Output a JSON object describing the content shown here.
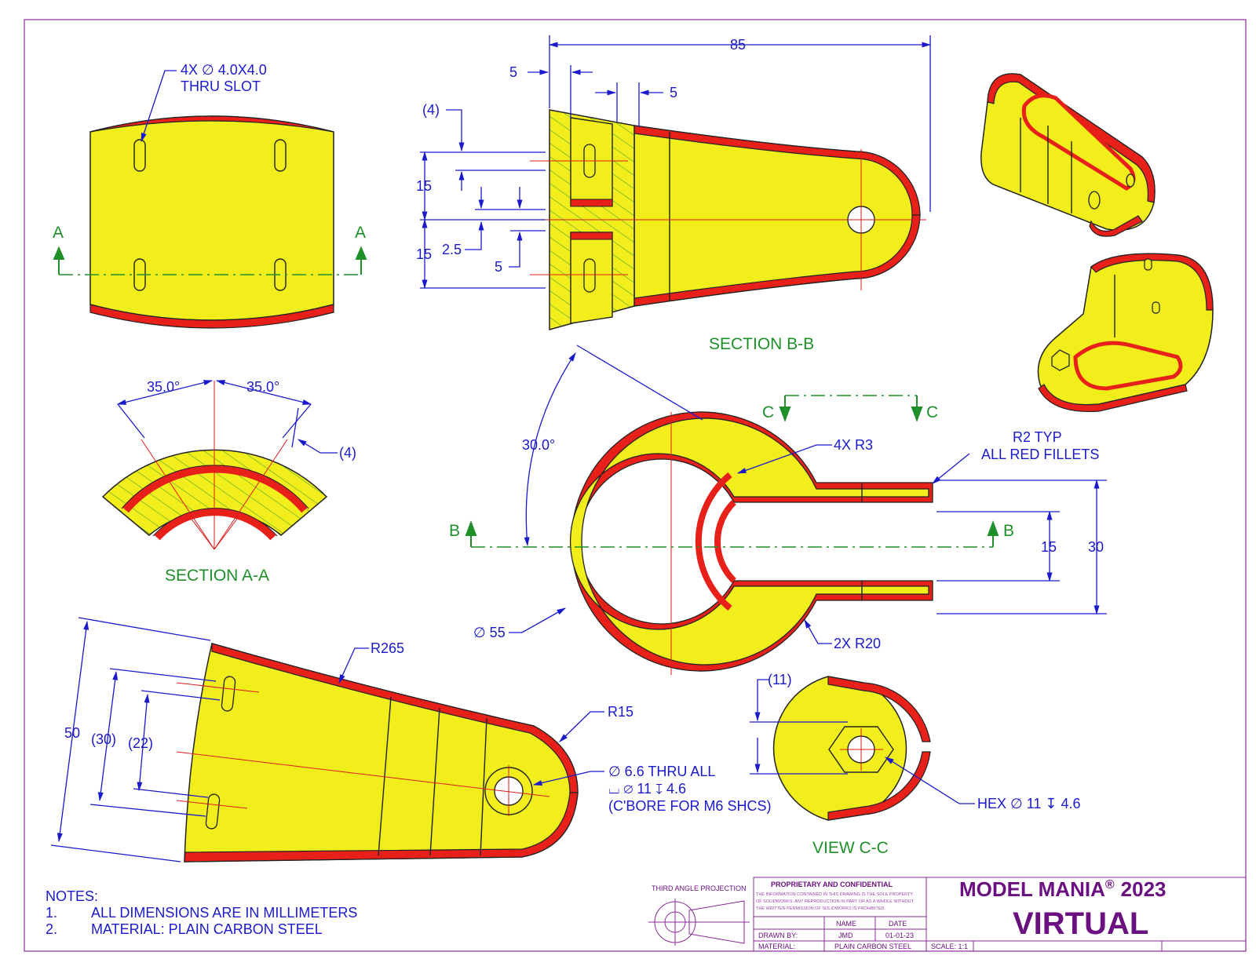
{
  "colors": {
    "border": "#8b2a9a",
    "dimension": "#1a1acc",
    "section_label": "#1f8f2a",
    "part_fill": "#f2ee1c",
    "fillet": "#e8201a",
    "title": "#6b1080"
  },
  "front_view": {
    "slot_note_1": "4X ∅ 4.0X4.0",
    "slot_note_2": "THRU SLOT",
    "section_mark": "A"
  },
  "section_bb": {
    "label": "SECTION B-B",
    "dims": {
      "overall": "85",
      "left5": "5",
      "right5": "5",
      "ref4": "(4)",
      "upper15": "15",
      "lower15": "15",
      "d2_5": "2.5",
      "d5": "5"
    }
  },
  "section_aa": {
    "label": "SECTION A-A",
    "angle_left": "35.0°",
    "angle_right": "35.0°",
    "ref4": "(4)"
  },
  "top_view": {
    "angle": "30.0°",
    "section_c": "C",
    "section_b": "B",
    "r3": "4X R3",
    "r2_1": "R2 TYP",
    "r2_2": "ALL RED FILLETS",
    "dia55": "∅ 55",
    "r20": "2X R20",
    "d15": "15",
    "d30": "30"
  },
  "side_view": {
    "r265": "R265",
    "r15": "R15",
    "d50": "50",
    "d30": "(30)",
    "d22": "(22)",
    "hole1": "∅ 6.6 THRU ALL",
    "hole2": "⌴ ∅ 11 ↧ 4.6",
    "hole3": "(C'BORE FOR M6 SHCS)"
  },
  "view_cc": {
    "label": "VIEW C-C",
    "ref11": "(11)",
    "hex": "HEX ∅ 11 ↧ 4.6"
  },
  "notes": {
    "title": "NOTES:",
    "items": [
      {
        "num": "1.",
        "text": "ALL DIMENSIONS ARE IN MILLIMETERS"
      },
      {
        "num": "2.",
        "text": "MATERIAL: PLAIN CARBON STEEL"
      }
    ]
  },
  "title_block": {
    "projection": "THIRD ANGLE PROJECTION",
    "proprietary": "PROPRIETARY AND CONFIDENTIAL",
    "disclaimer_1": "THE INFORMATION CONTAINED IN THIS DRAWING IS THE SOLE PROPERTY",
    "disclaimer_2": "OF SOLIDWORKS.  ANY REPRODUCTION IN PART OR AS A WHOLE WITHOUT",
    "disclaimer_3": "THE WRITTEN PERMISSION OF SOLIDWORKS IS PROHIBITED.",
    "name_header": "NAME",
    "date_header": "DATE",
    "drawn_by_label": "DRAWN BY:",
    "drawn_by": "JMD",
    "date": "01-01-23",
    "material_label": "MATERIAL:",
    "material": "PLAIN CARBON STEEL",
    "scale": "SCALE: 1:1",
    "title_1": "MODEL MANIA",
    "registered": "®",
    "year": "2023",
    "title_2": "VIRTUAL"
  }
}
